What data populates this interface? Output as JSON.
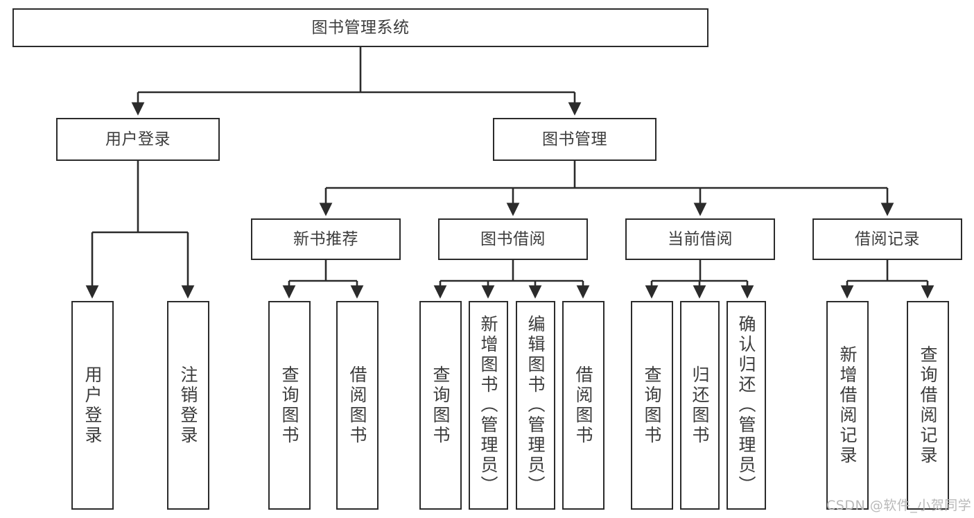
{
  "diagram": {
    "type": "tree-hierarchy",
    "title": "图书管理系统",
    "watermark": "CSDN @软件_小贺同学",
    "colors": {
      "stroke": "#2b2b2b",
      "box_fill": "#ffffff",
      "text": "#3c3c3c",
      "watermark": "#b9b9b9",
      "background": "#ffffff"
    },
    "nodes": {
      "root": {
        "label": "图书管理系统"
      },
      "level2": [
        {
          "id": "user-login",
          "label": "用户登录"
        },
        {
          "id": "book-management",
          "label": "图书管理"
        }
      ],
      "level3": [
        {
          "id": "new-book-recommend",
          "label": "新书推荐"
        },
        {
          "id": "book-borrow",
          "label": "图书借阅"
        },
        {
          "id": "current-borrow",
          "label": "当前借阅"
        },
        {
          "id": "borrow-record",
          "label": "借阅记录"
        }
      ],
      "leaves": {
        "user-login": [
          {
            "id": "leaf-user-login",
            "label": "用户登录"
          },
          {
            "id": "leaf-logout-login",
            "label": "注销登录"
          }
        ],
        "new-book-recommend": [
          {
            "id": "leaf-query-book-1",
            "label": "查询图书"
          },
          {
            "id": "leaf-borrow-book-1",
            "label": "借阅图书"
          }
        ],
        "book-borrow": [
          {
            "id": "leaf-query-book-2",
            "label": "查询图书"
          },
          {
            "id": "leaf-add-book",
            "label": "新增图书（管理员）"
          },
          {
            "id": "leaf-edit-book",
            "label": "编辑图书（管理员）"
          },
          {
            "id": "leaf-borrow-book-2",
            "label": "借阅图书"
          }
        ],
        "current-borrow": [
          {
            "id": "leaf-query-book-3",
            "label": "查询图书"
          },
          {
            "id": "leaf-return-book",
            "label": "归还图书"
          },
          {
            "id": "leaf-confirm-return",
            "label": "确认归还（管理员）"
          }
        ],
        "borrow-record": [
          {
            "id": "leaf-add-record",
            "label": "新增借阅记录"
          },
          {
            "id": "leaf-query-record",
            "label": "查询借阅记录"
          }
        ]
      }
    }
  }
}
